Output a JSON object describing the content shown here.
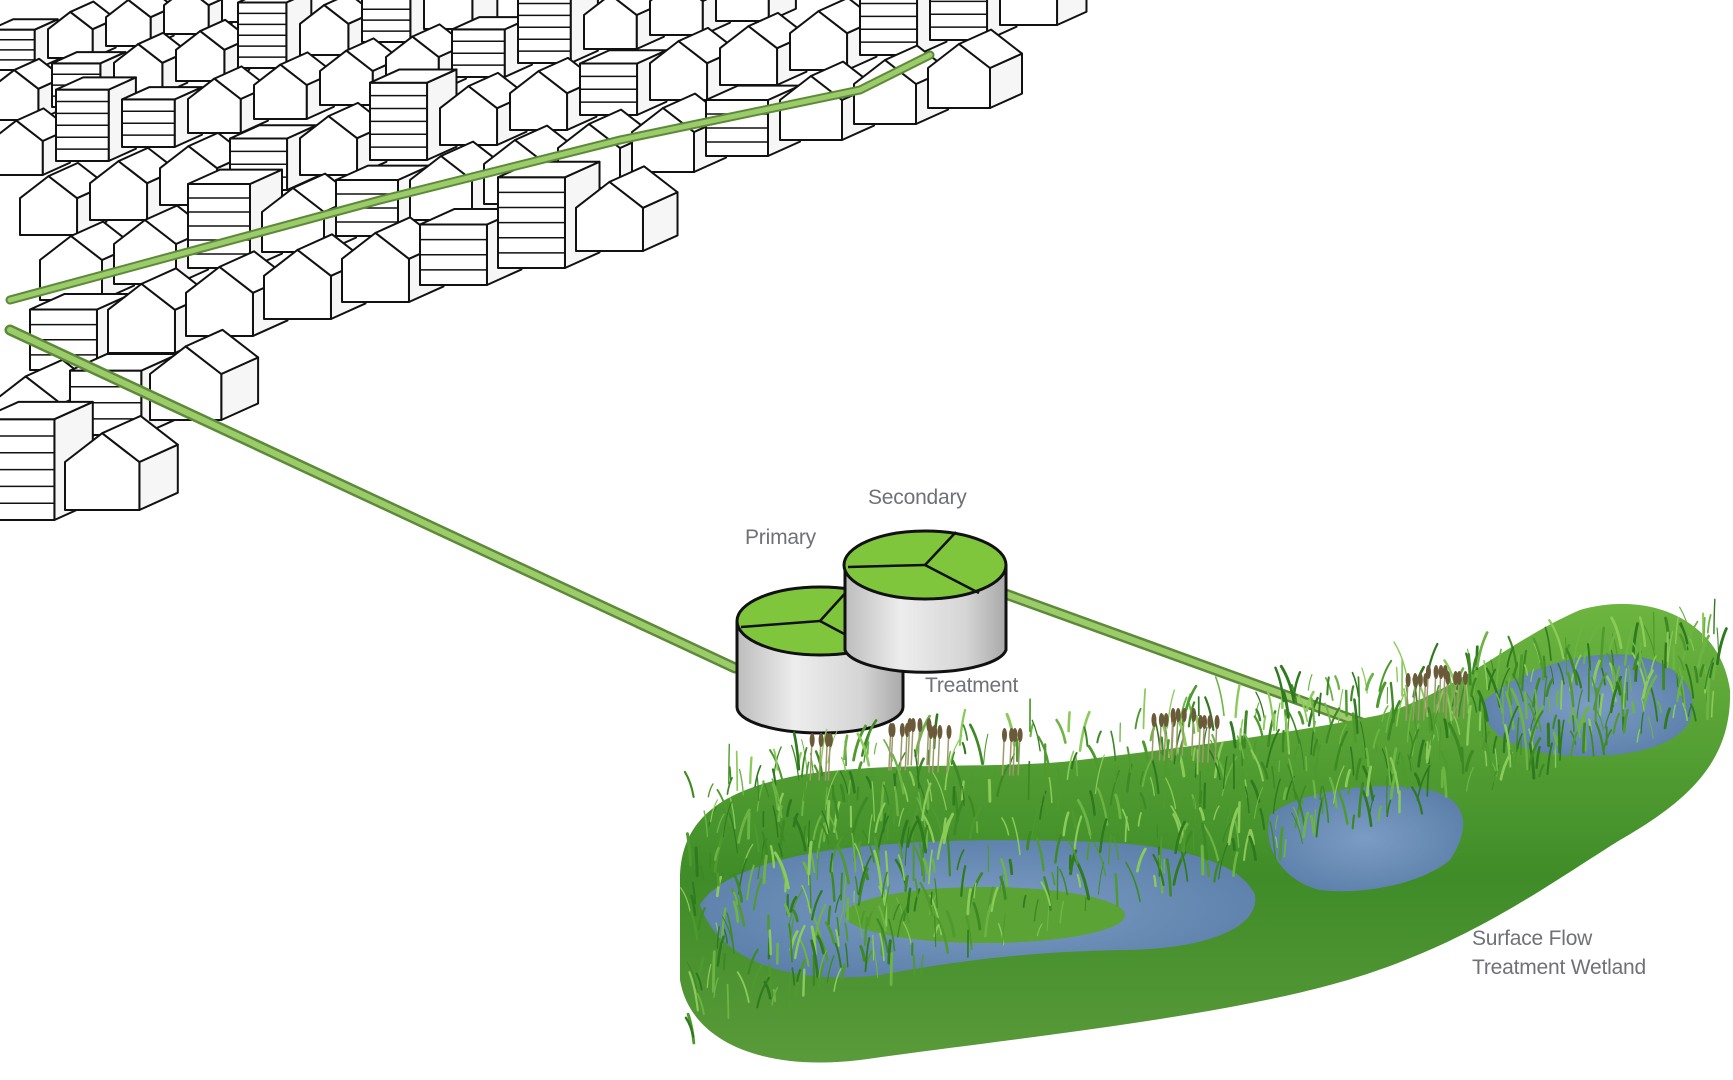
{
  "labels": {
    "secondary": "Secondary",
    "primary": "Primary",
    "treatment": "Treatment",
    "wetland_line1": "Surface Flow",
    "wetland_line2": "Treatment Wetland"
  },
  "colors": {
    "pipe": "#86b85a",
    "tank_top": "#7fc63d",
    "tank_body": "#d8d8d8",
    "water": "#6b8fb8",
    "vegetation": "#4f9a2e",
    "label_text": "#6f7177"
  }
}
